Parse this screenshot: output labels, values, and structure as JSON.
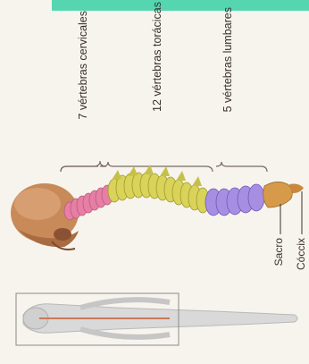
{
  "labels": {
    "cervical": "7 vértebras cervicales",
    "thoracic": "12 vértebras torácicas",
    "lumbar": "5 vértebras lumbares",
    "sacrum": "Sacro",
    "coccyx": "Cóccix"
  },
  "colors": {
    "band": "#55d6b0",
    "cervical": "#e77fa4",
    "thoracic": "#d9d35a",
    "lumbar": "#a68fe3",
    "sacrum": "#d79a4a",
    "skull": "#c98a5a",
    "body": "#d9d9d9"
  }
}
